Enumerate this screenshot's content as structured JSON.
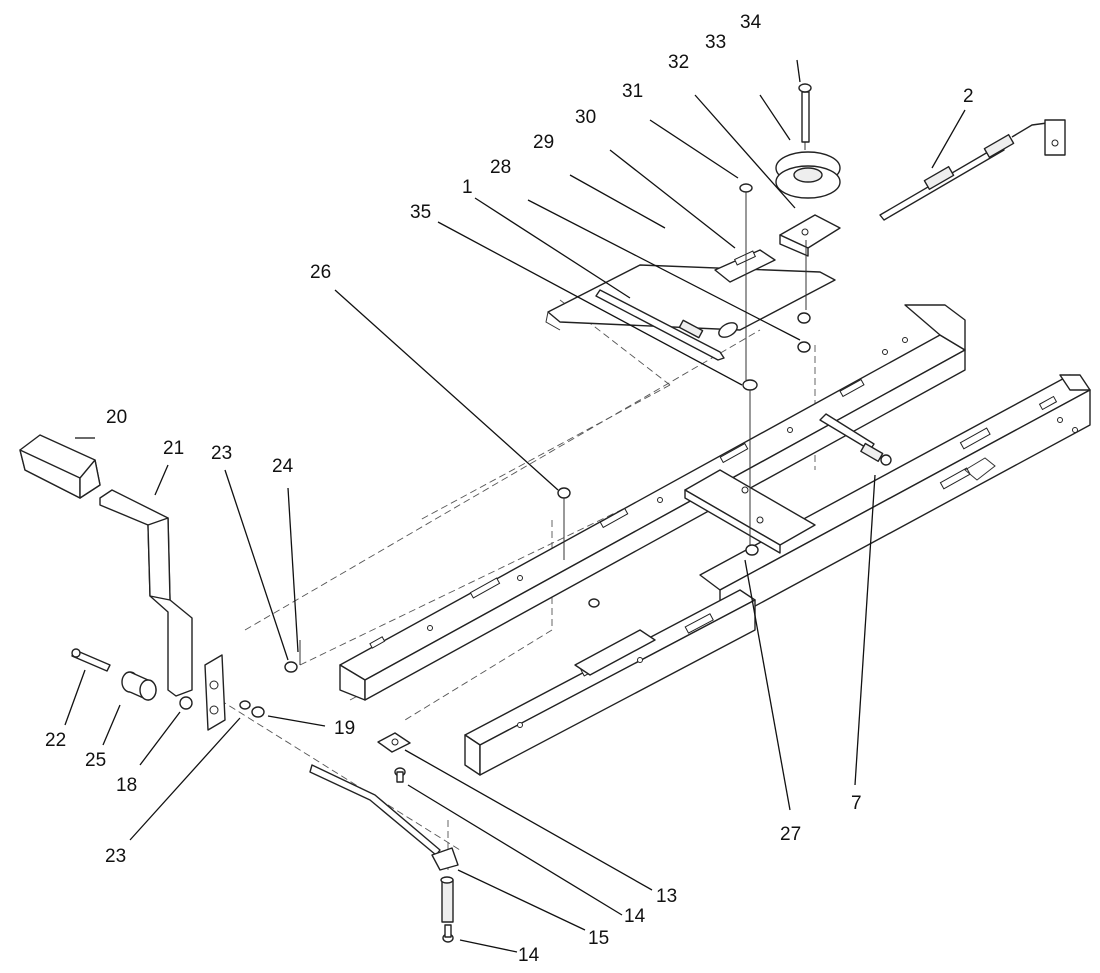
{
  "diagram": {
    "callouts": {
      "c34": "34",
      "c33": "33",
      "c32": "32",
      "c31": "31",
      "c30": "30",
      "c29": "29",
      "c28": "28",
      "c1": "1",
      "c35": "35",
      "c2": "2",
      "c26": "26",
      "c20": "20",
      "c21": "21",
      "c23a": "23",
      "c24": "24",
      "c22": "22",
      "c25": "25",
      "c18": "18",
      "c19": "19",
      "c23b": "23",
      "c13": "13",
      "c14a": "14",
      "c15": "15",
      "c14b": "14",
      "c27": "27",
      "c7": "7"
    }
  }
}
